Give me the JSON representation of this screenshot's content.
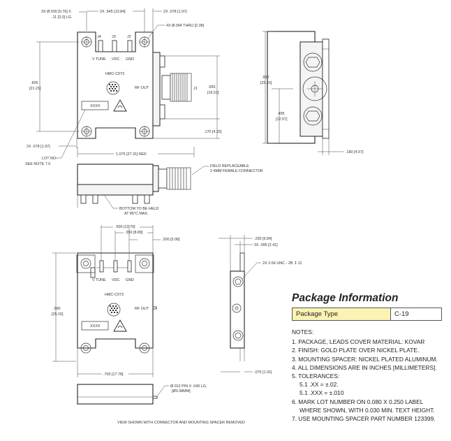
{
  "top_view": {
    "pin_holes_note_1": "3X Ø.030 [0.76] X",
    "pin_holes_note_2": ".11 [3.0] LG.",
    "pin_spacing": "2X .545 [13.84]",
    "pin_offset": "2X .078 [1.97]",
    "thru_holes": "4X Ø.094 THRU [2.38]",
    "j4": "J4",
    "j3": "J3",
    "j2": "J2",
    "j1": "J1",
    "vtune": "V TUNE",
    "vdc": "VDC",
    "gnd": "GND",
    "model": "HMC-C073",
    "rf_out": "RF OUT",
    "lot_box": "XXXX",
    "height_1": ".835",
    "height_2": "[21.21]",
    "conn_height_1": ".650",
    "conn_height_2": "[16.51]",
    "bottom_offset": ".170 [4.32]",
    "hole_offset": "2X .078 [1.97]",
    "lot_label_1": "LOT NO.",
    "lot_label_2": "SEE NOTE 7.0",
    "overall_length": "1.075 [27.31] REF.",
    "field_replaceable_1": "FIELD REPLACEABLE",
    "field_replaceable_2": "2.4MM FEMALE CONNECTOR",
    "bottom_held_1": "BOTTOM TO BE HELD",
    "bottom_held_2": "AT 85°C MAX."
  },
  "side_view": {
    "height_1": ".990",
    "height_2": "[25.15]",
    "center_1": ".495",
    "center_2": "[12.57]",
    "depth": ".180 [4.57]"
  },
  "bottom_view": {
    "pitch_1": ".500 [12.70]",
    "pitch_2": ".350 [8.89]",
    "pin_offset": ".200 [5.08]",
    "vtune": "V TUNE",
    "vdc": "VDC",
    "gnd": "GND",
    "model": "HMC-C073",
    "rf_out": "RF OUT",
    "lot_box": "XXXX",
    "height_1": ".990",
    "height_2": "[25.15]",
    "width": ".700 [17.78]",
    "pin_note_1": "Ø.012 PIN X .040 LG.",
    "pin_note_2": "[Ø0.38MM]",
    "caption": "VIEW SHOWN WITH CONNECTOR AND MOUNTING SPACER REMOVED"
  },
  "end_view": {
    "dim_1": ".230 [5.84]",
    "dim_2": "3X .095 [2.41]",
    "thread": "2X 2-56 UNC - 2B ↧.11",
    "dim_bottom": ".075 [1.91]"
  },
  "package": {
    "title": "Package Information",
    "type_label": "Package Type",
    "type_value": "C-19"
  },
  "notes": {
    "heading": "NOTES:",
    "n1": "1. PACKAGE, LEADS COVER MATERIAL: KOVAR",
    "n2": "2. FINISH: GOLD PLATE OVER NICKEL PLATE.",
    "n3": "3. MOUNTING SPACER: NICKEL PLATED ALUMINUM.",
    "n4": "4. ALL DIMENSIONS ARE IN INCHES [MILLIMETERS].",
    "n5": "5. TOLERANCES:",
    "n5_1": "5.1 .XX = ±.02.",
    "n5_2": "5.1 .XXX = ±.010",
    "n6": "6. MARK LOT NUMBER ON 0.080 X 0.250 LABEL",
    "n6b": "WHERE SHOWN, WITH 0.030 MIN. TEXT HEIGHT.",
    "n7": "7. USE MOUNTING SPACER PART NUMBER 123399."
  },
  "icons": {
    "esd": "esd-warning-icon",
    "barcode": "2d-barcode-icon",
    "thread": "depth-symbol-icon"
  }
}
